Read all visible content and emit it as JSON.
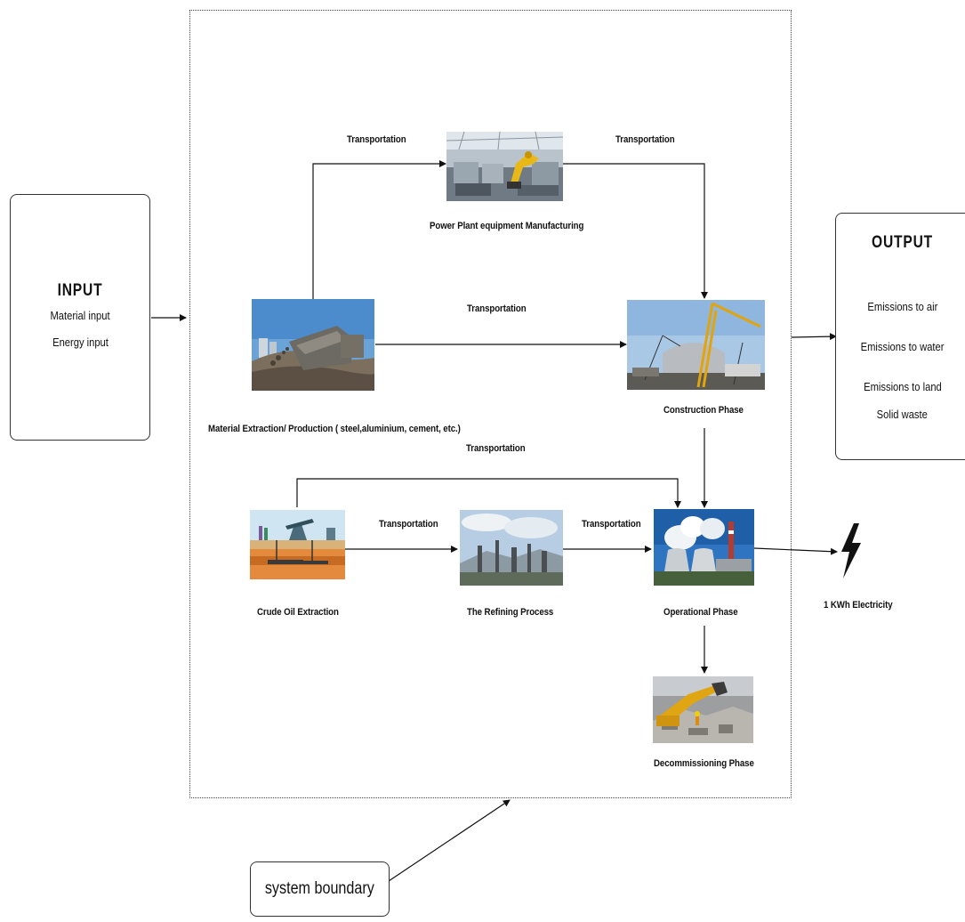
{
  "input": {
    "title": "INPUT",
    "items": [
      "Material input",
      "Energy input"
    ]
  },
  "output": {
    "title": "OUTPUT",
    "items": [
      "Emissions to air",
      "Emissions to water",
      "Emissions to land",
      "Solid waste"
    ]
  },
  "nodes": {
    "manufacturing": "Power Plant equipment Manufacturing",
    "extraction": "Material Extraction/ Production ( steel,aluminium, cement, etc.)",
    "construction": "Construction Phase",
    "crude_oil": "Crude Oil Extraction",
    "refining": "The Refining Process",
    "operational": "Operational Phase",
    "decommissioning": "Decommissioning Phase",
    "electricity": "1 KWh Electricity"
  },
  "edges": {
    "transport_1": "Transportation",
    "transport_2": "Transportation",
    "transport_3": "Transportation",
    "transport_4": "Transportation",
    "transport_5": "Transportation",
    "transport_6": "Transportation"
  },
  "boundary_label": "system boundary",
  "colors": {
    "line": "#111111",
    "box_border": "#333333",
    "bolt": "#111111"
  }
}
